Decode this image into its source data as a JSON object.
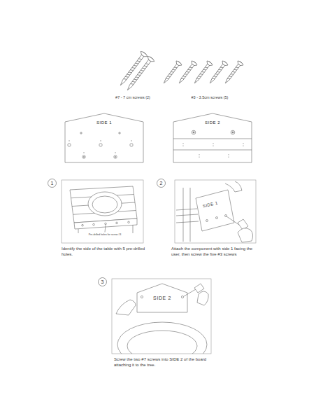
{
  "diagram": {
    "nodes": [
      {
        "text": [
          "SIDE 1"
        ]
      },
      {
        "text": [
          "SIDE 2"
        ]
      },
      {
        "text": [
          "1"
        ]
      },
      {
        "text": [
          "2"
        ]
      },
      {
        "text": [
          "3"
        ]
      }
    ],
    "labels": [
      "#7 - 7 cm screws (2)",
      "#3 - 3.5cm screws (5)",
      "Pre-drilled holes for screw #3",
      "Identify the side of the table with 5 pre-drilled holes.",
      "SIDE 1",
      "Attach the component with side 1 facing the user, then screw the five #3 screws",
      "SIDE 2",
      "Screw the two #7 screws into SIDE 2 of the board attaching it to the tree."
    ]
  }
}
